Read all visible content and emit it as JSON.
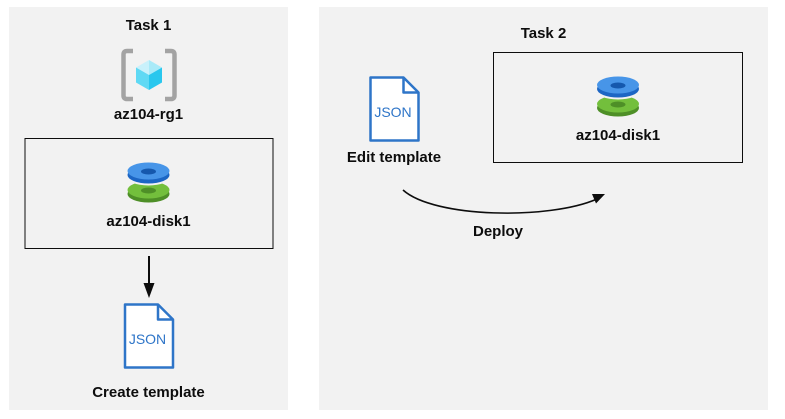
{
  "page": {
    "background": "#ffffff",
    "panel_background": "#f2f2f2",
    "box_border": "#0d0d0d"
  },
  "colors": {
    "json_doc_blue": "#2e75c8",
    "disk_blue_top": "#4795e8",
    "disk_blue_side": "#1c66c4",
    "disk_green_top": "#73bf3c",
    "disk_green_side": "#4e8f27",
    "cube_cyan_light": "#c9f1fb",
    "cube_cyan_dark": "#29c7ee",
    "bracket_gray": "#a3a3a3",
    "arrow_black": "#0d0d0d"
  },
  "task1": {
    "title": "Task 1",
    "resource_group_label": "az104-rg1",
    "disk_label": "az104-disk1",
    "json_doc_text": "JSON",
    "caption": "Create template"
  },
  "task2": {
    "title": "Task 2",
    "json_doc_text": "JSON",
    "edit_caption": "Edit template",
    "disk_label": "az104-disk1",
    "arrow_label": "Deploy"
  }
}
